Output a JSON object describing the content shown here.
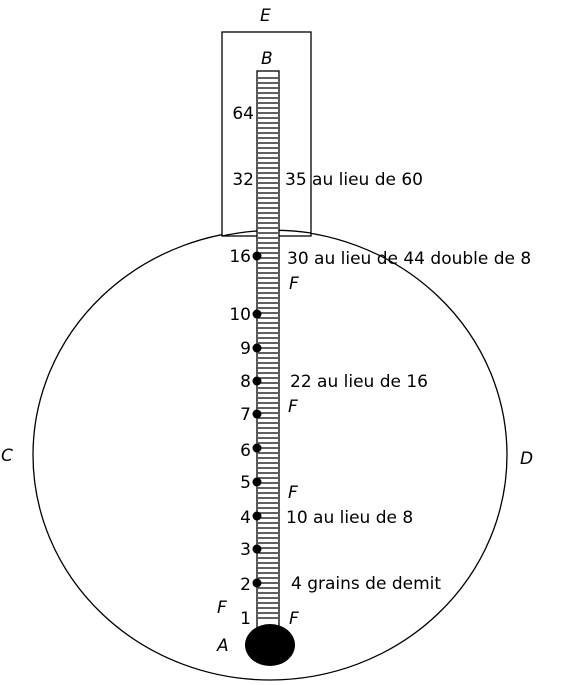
{
  "points": {
    "A": "A",
    "B": "B",
    "C": "C",
    "D": "D",
    "E": "E"
  },
  "f_marks": [
    "F",
    "F",
    "F",
    "F",
    "F"
  ],
  "scale": [
    {
      "id": "64",
      "value": "64"
    },
    {
      "id": "32",
      "value": "32"
    },
    {
      "id": "16",
      "value": "16"
    },
    {
      "id": "10",
      "value": "10"
    },
    {
      "id": "9",
      "value": "9"
    },
    {
      "id": "8",
      "value": "8"
    },
    {
      "id": "7",
      "value": "7"
    },
    {
      "id": "6",
      "value": "6"
    },
    {
      "id": "5",
      "value": "5"
    },
    {
      "id": "4",
      "value": "4"
    },
    {
      "id": "3",
      "value": "3"
    },
    {
      "id": "2",
      "value": "2"
    },
    {
      "id": "1",
      "value": "1"
    }
  ],
  "annotations": [
    {
      "id": "a32",
      "text": "35 au lieu de 60"
    },
    {
      "id": "a16",
      "text": "30 au lieu de 44 double de 8"
    },
    {
      "id": "a8",
      "text": "22 au lieu de 16"
    },
    {
      "id": "a4",
      "text": "10 au lieu de 8"
    },
    {
      "id": "a2",
      "text": "4 grains de demit"
    }
  ]
}
